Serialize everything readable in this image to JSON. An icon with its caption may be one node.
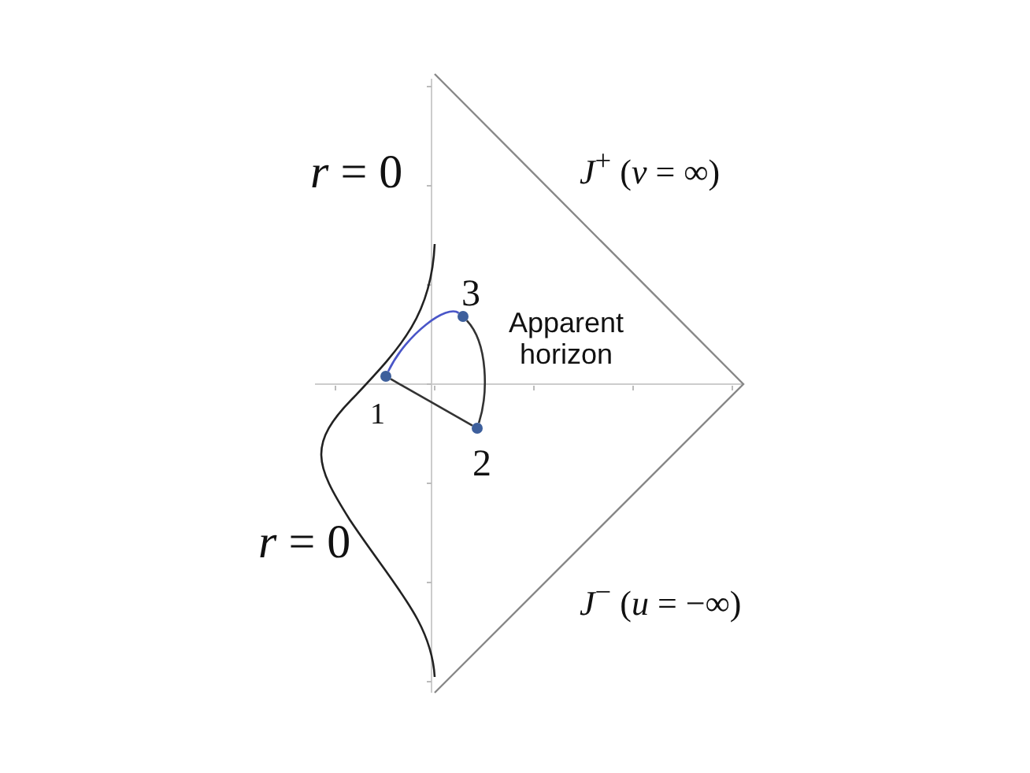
{
  "diagram": {
    "nodes": [
      {
        "text": [],
        "shape": "circle",
        "beside": [
          "1"
        ]
      },
      {
        "text": [],
        "shape": "circle",
        "beside": [
          "3"
        ]
      },
      {
        "text": [],
        "shape": "circle",
        "beside": [
          "2"
        ]
      }
    ],
    "edges": [
      {
        "from": 0,
        "to": 1,
        "arrow": "none",
        "color": "#4a56c8"
      },
      {
        "from": 1,
        "to": 2,
        "arrow": "none"
      },
      {
        "from": 2,
        "to": 0,
        "arrow": "none"
      }
    ],
    "labels": [
      "*r* = 0",
      "*J*$^{+}$ (*v* = ∞)",
      "Apparent horizon",
      "*r* = 0",
      "*J*$^{−}$ (*u* = −∞)"
    ]
  }
}
